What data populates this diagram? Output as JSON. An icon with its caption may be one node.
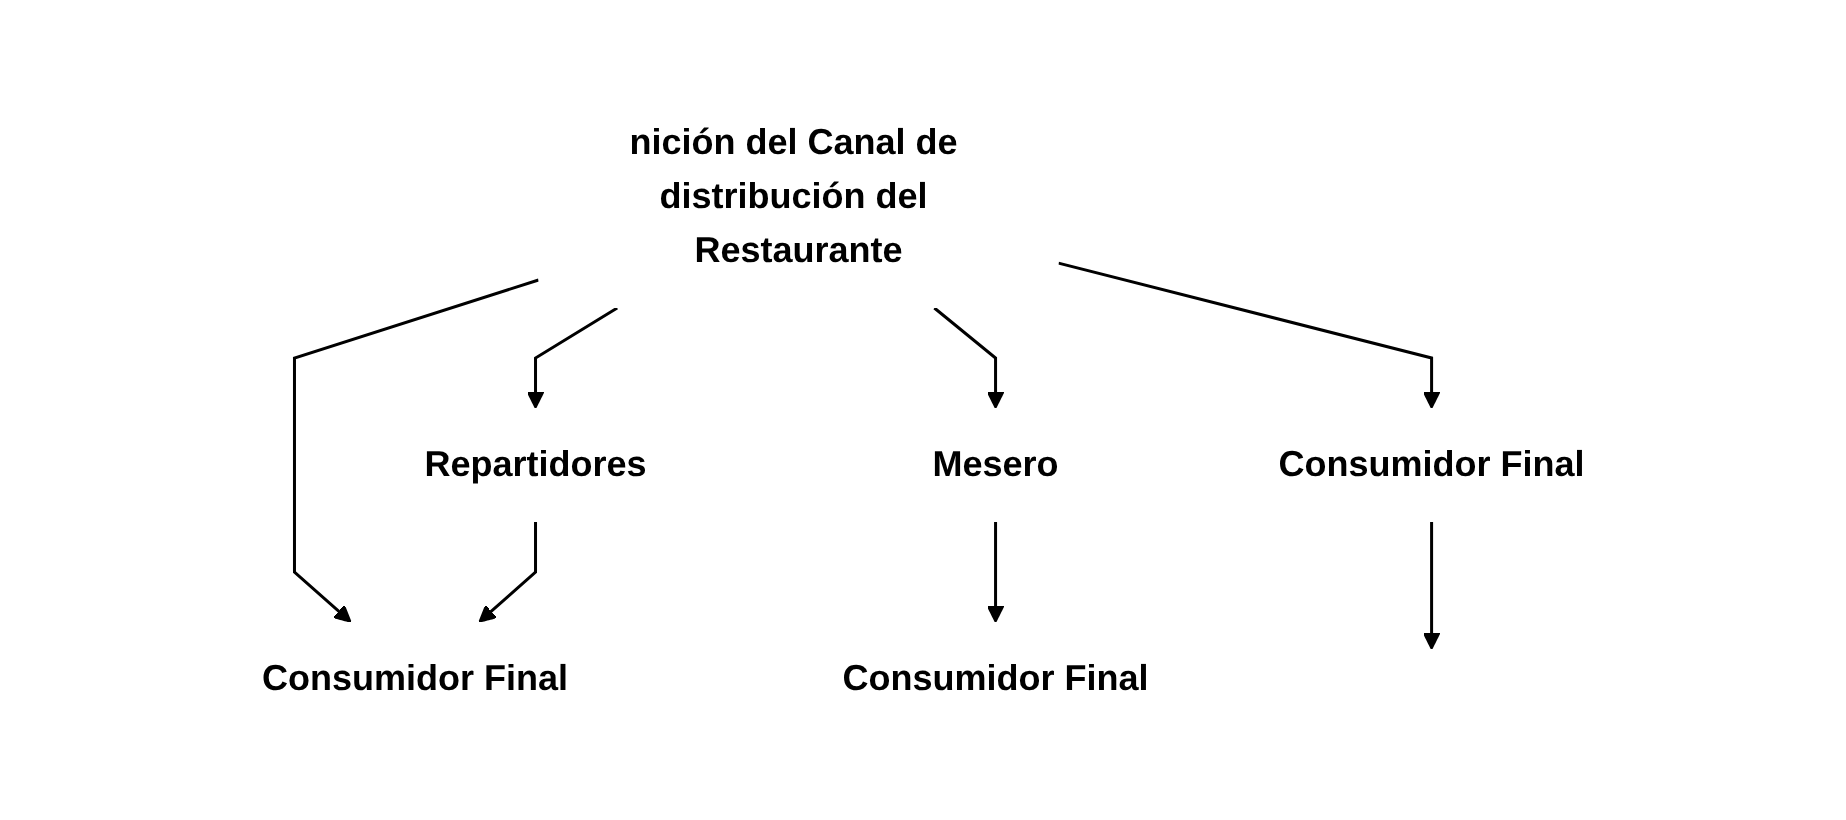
{
  "diagram": {
    "nodes": [
      {
        "text": [
          "nición del Canal de distribución del Restaurante"
        ]
      },
      {
        "text": [
          "Consumidor Final"
        ]
      },
      {
        "text": [
          "Mesero"
        ]
      },
      {
        "text": [
          "Repartidores"
        ]
      },
      {
        "text": [
          "Consumidor Final"
        ]
      },
      {
        "text": [
          "Consumidor Final"
        ]
      }
    ],
    "edges": [
      {
        "from": 0,
        "to": 5,
        "arrow": "to"
      },
      {
        "from": 0,
        "to": 3,
        "arrow": "to"
      },
      {
        "from": 0,
        "to": 2,
        "arrow": "to"
      },
      {
        "from": 0,
        "to": 1,
        "arrow": "to"
      },
      {
        "from": 3,
        "to": 5,
        "arrow": "to"
      },
      {
        "from": 2,
        "to": 4,
        "arrow": "to"
      },
      {
        "from": 1,
        "to": null,
        "arrow": "to"
      }
    ]
  }
}
